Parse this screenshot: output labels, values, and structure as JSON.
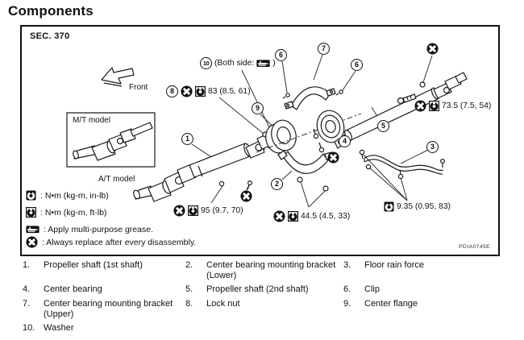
{
  "title": "Components",
  "diagram": {
    "sec": "SEC. 370",
    "code": "PDIA0745E",
    "front": "Front",
    "mt_label": "M/T model",
    "at_label": "A/T model",
    "callouts": {
      "1": "1",
      "2": "2",
      "3": "3",
      "4": "4",
      "5": "5",
      "6": "6",
      "7": "7",
      "8": "8",
      "9": "9",
      "10": "10"
    },
    "torque": {
      "t83": "83 (8.5, 61)",
      "both_side_prefix": "(Both side:",
      "both_side_suffix": ")",
      "t735": "73.5 (7.5, 54)",
      "t95": "95 (9.7, 70)",
      "t445": "44.5 (4.5, 33)",
      "t935": "9.35 (0.95, 83)"
    }
  },
  "legend": [
    {
      "icon": "torque-in-lb-icon",
      "text": ": N•m (kg-m, in-lb)"
    },
    {
      "icon": "torque-ft-lb-icon",
      "text": ": N•m (kg-m, ft-lb)"
    },
    {
      "icon": "grease-icon",
      "text": ": Apply multi-purpose grease."
    },
    {
      "icon": "replace-icon",
      "text": ": Always replace after every disassembly."
    }
  ],
  "parts": [
    {
      "num": "1.",
      "name": "Propeller shaft (1st shaft)"
    },
    {
      "num": "2.",
      "name": "Center bearing mounting bracket (Lower)"
    },
    {
      "num": "3.",
      "name": "Floor rain force"
    },
    {
      "num": "4.",
      "name": "Center bearing"
    },
    {
      "num": "5.",
      "name": "Propeller shaft (2nd shaft)"
    },
    {
      "num": "6.",
      "name": "Clip"
    },
    {
      "num": "7.",
      "name": "Center bearing mounting bracket (Upper)"
    },
    {
      "num": "8.",
      "name": "Lock nut"
    },
    {
      "num": "9.",
      "name": "Center flange"
    },
    {
      "num": "10.",
      "name": "Washer"
    }
  ]
}
